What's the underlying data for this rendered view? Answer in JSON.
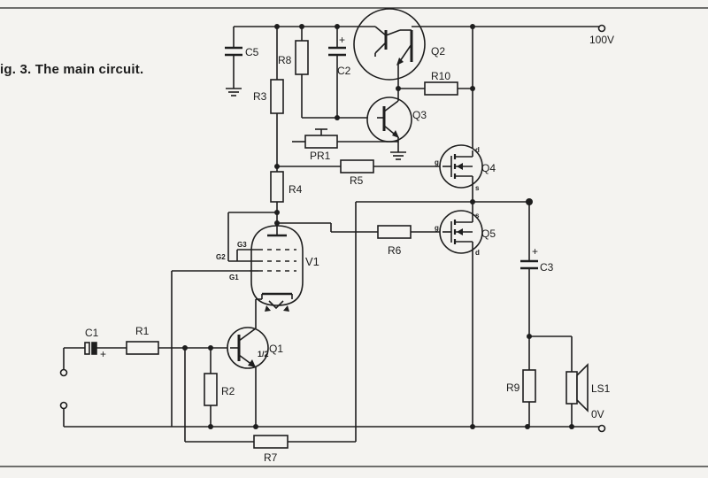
{
  "caption": "ig. 3. The main circuit.",
  "labels": {
    "c1": "C1",
    "r1": "R1",
    "r2": "R2",
    "q1": "Q1",
    "q1_prefix": "1/2",
    "r7": "R7",
    "v1": "V1",
    "g1": "G1",
    "g2": "G2",
    "g3": "G3",
    "r4": "R4",
    "r3": "R3",
    "c5": "C5",
    "r8": "R8",
    "c2": "C2",
    "q2": "Q2",
    "supply": "100V",
    "r10": "R10",
    "q3": "Q3",
    "pr1": "PR1",
    "r5": "R5",
    "q4": "Q4",
    "r6": "R6",
    "q5": "Q5",
    "c3": "C3",
    "r9": "R9",
    "ls1": "LS1",
    "ground": "0V",
    "pin_g": "g",
    "pin_d": "d",
    "pin_s": "s",
    "plus": "+"
  }
}
